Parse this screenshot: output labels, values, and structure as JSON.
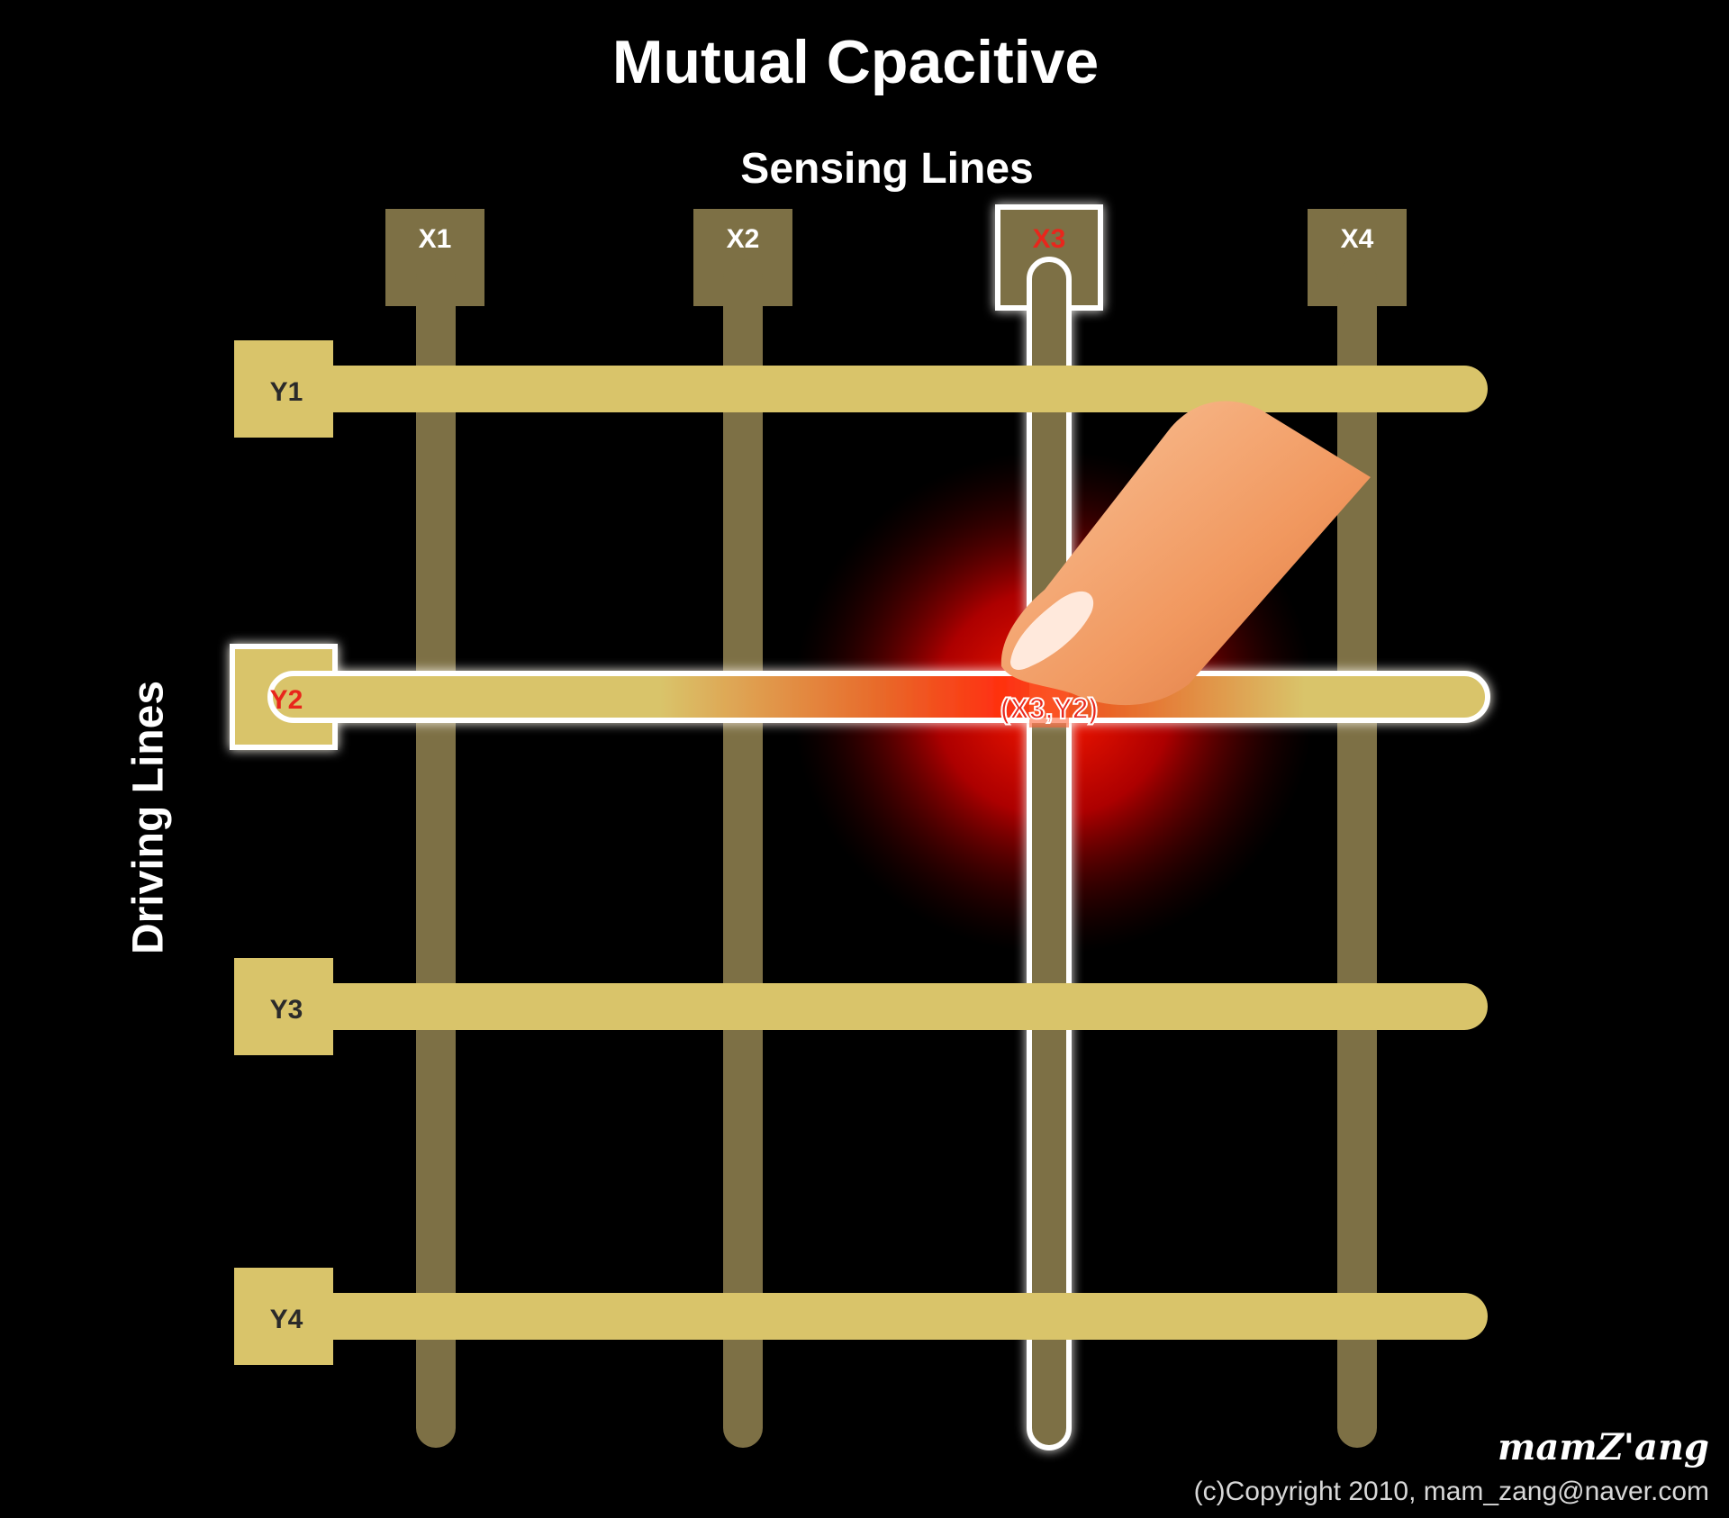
{
  "title": "Mutual Cpacitive",
  "sensing_label": "Sensing Lines",
  "driving_label": "Driving Lines",
  "sensing_lines": [
    "X1",
    "X2",
    "X3",
    "X4"
  ],
  "driving_lines": [
    "Y1",
    "Y2",
    "Y3",
    "Y4"
  ],
  "touch_point": "(X3,Y2)",
  "watermark": "mamZ'ang",
  "copyright": "(c)Copyright 2010, mam_zang@naver.com",
  "colors": {
    "background": "#000000",
    "sensing_line": "#7d7045",
    "driving_line": "#d9c46a",
    "highlight_text": "#e8281e",
    "touch_glow": "#e00000",
    "finger": "#f4a070"
  },
  "icons": [
    "finger-icon"
  ]
}
